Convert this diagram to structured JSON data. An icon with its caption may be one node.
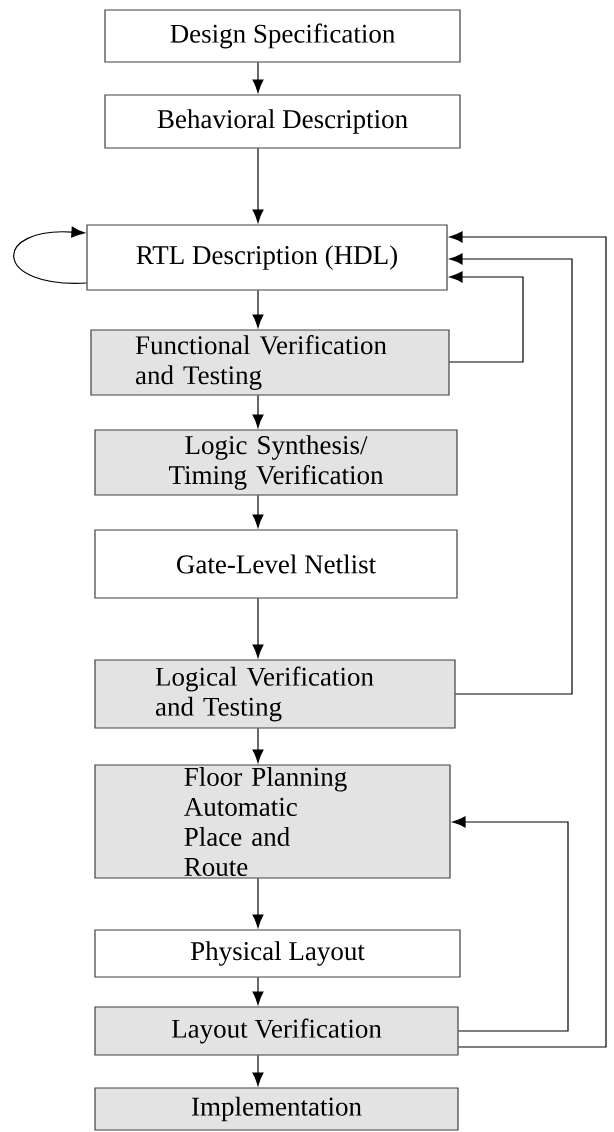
{
  "diagram": {
    "nodes": [
      {
        "text": [
          "Design Specification"
        ]
      },
      {
        "text": [
          "Behavioral Description"
        ]
      },
      {
        "text": [
          "RTL Description (HDL)"
        ]
      },
      {
        "text": [
          "Functional Verification and Testing"
        ]
      },
      {
        "text": [
          "Logic Synthesis/ Timing Verification"
        ]
      },
      {
        "text": [
          "Gate-Level Netlist"
        ]
      },
      {
        "text": [
          "Logical Verification and Testing"
        ]
      },
      {
        "text": [
          "Floor Planning Automatic Place and Route"
        ]
      },
      {
        "text": [
          "Physical Layout"
        ]
      },
      {
        "text": [
          "Layout Verification"
        ]
      },
      {
        "text": [
          "Implementation"
        ]
      }
    ],
    "edges": [
      {
        "from": 0,
        "to": 1,
        "arrow": "to"
      },
      {
        "from": 1,
        "to": 2,
        "arrow": "to"
      },
      {
        "from": 2,
        "to": 2,
        "arrow": "to"
      },
      {
        "from": 2,
        "to": 3,
        "arrow": "to"
      },
      {
        "from": 3,
        "to": 2,
        "arrow": "to"
      },
      {
        "from": 3,
        "to": 4,
        "arrow": "to"
      },
      {
        "from": 4,
        "to": 5,
        "arrow": "to"
      },
      {
        "from": 5,
        "to": 6,
        "arrow": "to"
      },
      {
        "from": 6,
        "to": 2,
        "arrow": "to"
      },
      {
        "from": 6,
        "to": 7,
        "arrow": "to"
      },
      {
        "from": 7,
        "to": 8,
        "arrow": "to"
      },
      {
        "from": 8,
        "to": 9,
        "arrow": "to"
      },
      {
        "from": 9,
        "to": 7,
        "arrow": "to"
      },
      {
        "from": 9,
        "to": 2,
        "arrow": "to"
      },
      {
        "from": 9,
        "to": 10,
        "arrow": "to"
      }
    ]
  }
}
